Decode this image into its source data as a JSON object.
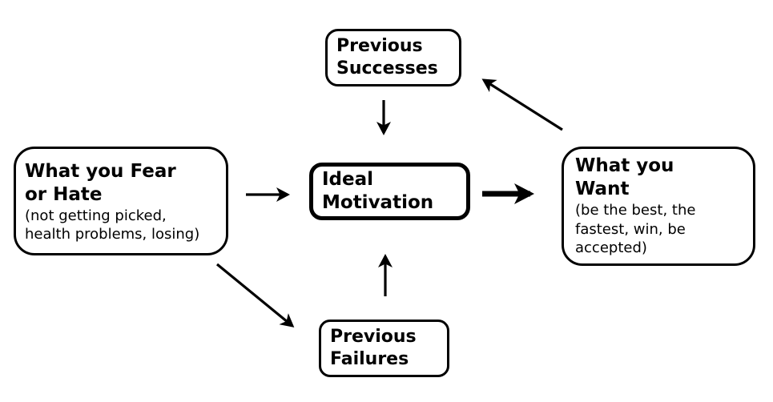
{
  "canvas": {
    "background_color": "#ffffff",
    "line_color": "#000000",
    "text_color": "#000000"
  },
  "nodes": {
    "previous_successes": {
      "title": "Previous\nSuccesses"
    },
    "what_you_fear": {
      "title": "What you Fear\nor Hate",
      "subtitle": "(not getting picked,\nhealth problems, losing)"
    },
    "ideal_motivation": {
      "title": "Ideal\nMotivation"
    },
    "what_you_want": {
      "title": "What you\nWant",
      "subtitle": "(be the best, the\nfastest, win, be\naccepted)"
    },
    "previous_failures": {
      "title": "Previous\nFailures"
    }
  },
  "edges": [
    {
      "from": "previous_successes",
      "to": "ideal_motivation",
      "style": "normal",
      "direction": "down"
    },
    {
      "from": "what_you_fear",
      "to": "ideal_motivation",
      "style": "normal",
      "direction": "right"
    },
    {
      "from": "ideal_motivation",
      "to": "what_you_want",
      "style": "thick",
      "direction": "right"
    },
    {
      "from": "what_you_want",
      "to": "previous_successes",
      "style": "normal",
      "direction": "up-left"
    },
    {
      "from": "what_you_fear",
      "to": "previous_failures",
      "style": "normal",
      "direction": "down-right"
    },
    {
      "from": "previous_failures",
      "to": "ideal_motivation",
      "style": "normal",
      "direction": "up"
    }
  ]
}
